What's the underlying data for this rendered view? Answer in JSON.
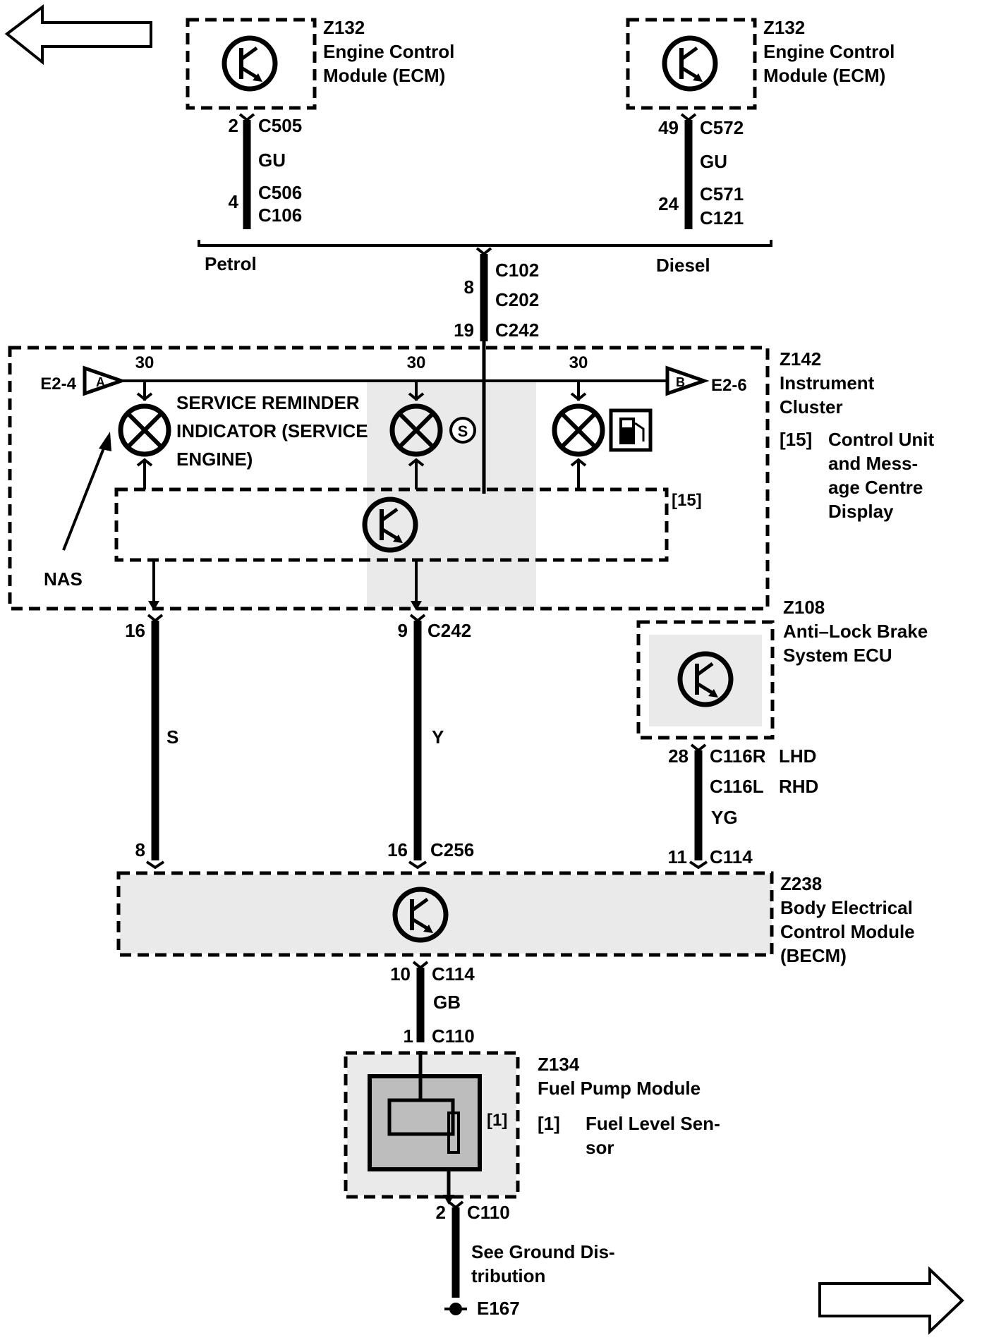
{
  "navigation": {
    "prev_arrow": "arrow-left-icon",
    "next_arrow": "arrow-right-icon"
  },
  "modules": {
    "ecm_petrol": {
      "id": "Z132",
      "name_line1": "Engine Control",
      "name_line2": "Module (ECM)"
    },
    "ecm_diesel": {
      "id": "Z132",
      "name_line1": "Engine Control",
      "name_line2": "Module (ECM)"
    },
    "instrument_cluster": {
      "id": "Z142",
      "name_line1": "Instrument",
      "name_line2": "Cluster",
      "sub_ref": "[15]",
      "sub_line1": "Control Unit",
      "sub_line2": "and Mess-",
      "sub_line3": "age Centre",
      "sub_line4": "Display",
      "inner_ref": "[15]"
    },
    "abs_ecu": {
      "id": "Z108",
      "name_line1": "Anti–Lock Brake",
      "name_line2": "System ECU"
    },
    "becm": {
      "id": "Z238",
      "name_line1": "Body Electrical",
      "name_line2": "Control Module",
      "name_line3": "(BECM)"
    },
    "fuel_pump": {
      "id": "Z134",
      "name_line1": "Fuel Pump Module",
      "sub_ref": "[1]",
      "sub_line1": "Fuel Level Sen-",
      "sub_line2": "sor",
      "inner_ref": "[1]"
    }
  },
  "wiring": {
    "petrol": {
      "pin_top": "2",
      "conn_top": "C505",
      "color": "GU",
      "pin_bottom": "4",
      "conn_mid": "C506",
      "conn_bottom": "C106",
      "label": "Petrol"
    },
    "diesel": {
      "pin_top": "49",
      "conn_top": "C572",
      "color": "GU",
      "pin_bottom": "24",
      "conn_mid": "C571",
      "conn_bottom": "C121",
      "label": "Diesel"
    },
    "main_feed": {
      "conn1": "C102",
      "pin_mid": "8",
      "conn2": "C202",
      "pin_bottom": "19",
      "conn3": "C242"
    },
    "cluster_bus": {
      "pin_a": "30",
      "pin_b": "30",
      "pin_c": "30",
      "left_ref": "E2-4",
      "left_flag": "A",
      "right_ref": "E2-6",
      "right_flag": "B"
    },
    "service_lamp": {
      "line1": "SERVICE REMINDER",
      "line2": "INDICATOR (SERVICE",
      "line3": "ENGINE)",
      "callout": "NAS",
      "badge": "S"
    },
    "wire_s": {
      "pin_top": "16",
      "color": "S",
      "pin_bottom": "8"
    },
    "wire_y": {
      "pin_top": "9",
      "conn_top": "C242",
      "color": "Y",
      "pin_bottom": "16",
      "conn_bottom": "C256"
    },
    "wire_yg": {
      "pin_top": "28",
      "conn_lhd": "C116R",
      "lhd": "LHD",
      "conn_rhd": "C116L",
      "rhd": "RHD",
      "color": "YG",
      "pin_bottom": "11",
      "conn_bottom": "C114"
    },
    "wire_gb": {
      "pin_top": "10",
      "conn_top": "C114",
      "color": "GB",
      "pin_bottom": "1",
      "conn_bottom": "C110"
    },
    "ground": {
      "pin": "2",
      "conn": "C110",
      "note_line1": "See Ground Dis-",
      "note_line2": "tribution",
      "ground_ref": "E167"
    }
  }
}
